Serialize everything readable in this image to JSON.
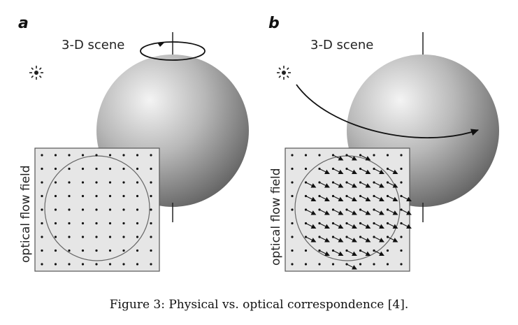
{
  "panels": [
    {
      "letter": "a",
      "scene_label": "3-D scene",
      "flow_label": "optical flow field"
    },
    {
      "letter": "b",
      "scene_label": "3-D scene",
      "flow_label": "optical flow field"
    }
  ],
  "caption": "Figure 3: Physical vs. optical correspondence [4]."
}
